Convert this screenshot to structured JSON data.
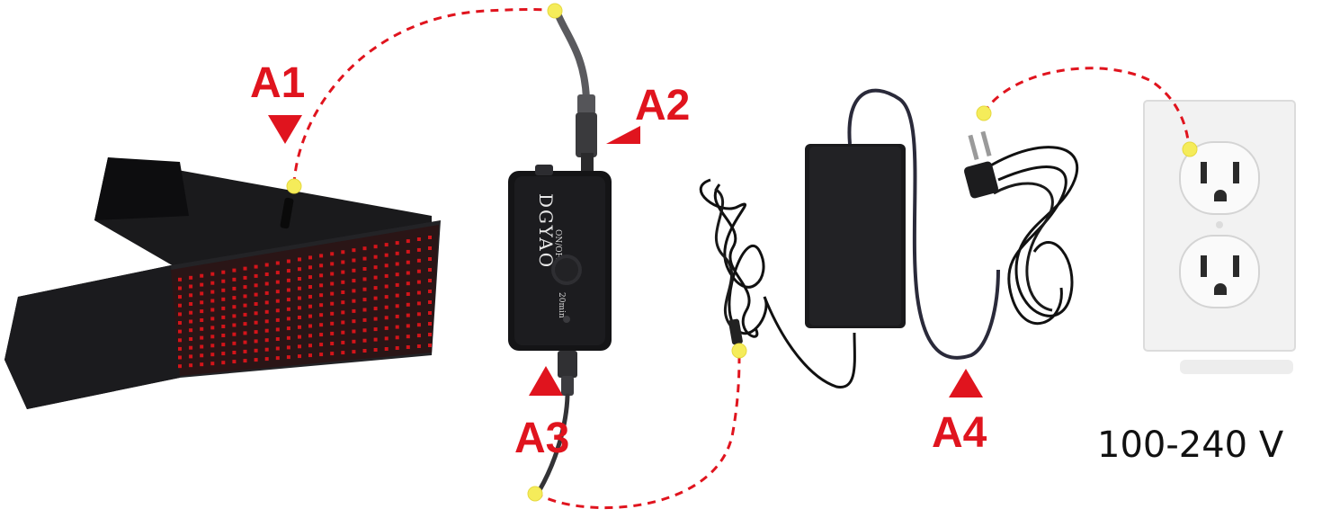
{
  "markers": {
    "a1": "A1",
    "a2": "A2",
    "a3": "A3",
    "a4": "A4"
  },
  "voltage_label": "100-240 V",
  "controller": {
    "brand": "DGYAO",
    "power_label": "ON/OFF",
    "timer_label": "20min"
  },
  "colors": {
    "marker": "#e0141e",
    "connector_dot": "#f5ec5a",
    "dashed_link": "#e0141e",
    "led": "#d4141a"
  },
  "icons": [
    "belt-pad",
    "controller-box",
    "power-adapter",
    "wall-outlet",
    "wall-plug"
  ]
}
